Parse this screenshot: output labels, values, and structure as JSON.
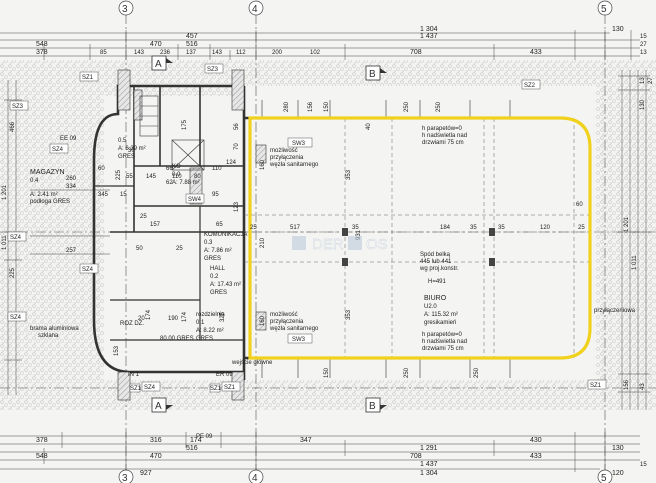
{
  "axes": {
    "top": [
      "3",
      "4",
      "5"
    ],
    "bottom": [
      "3",
      "4",
      "5"
    ],
    "sections": [
      "A",
      "A",
      "B",
      "B"
    ]
  },
  "dims": {
    "top_row1": [
      "1 304",
      "130"
    ],
    "top_row2": [
      "1 437",
      "15"
    ],
    "top_row3": [
      "548",
      "470",
      "457",
      "516",
      "708",
      "433",
      "27",
      "13"
    ],
    "top_row4": [
      "378",
      "85",
      "143",
      "236",
      "137",
      "143",
      "112",
      "200",
      "102"
    ],
    "bottom_row1": [
      "378",
      "316",
      "174",
      "347",
      "430"
    ],
    "bottom_row2": [
      "1 291",
      "130"
    ],
    "bottom_row3": [
      "548",
      "470",
      "516",
      "708",
      "433"
    ],
    "bottom_row4": [
      "1 437",
      "15"
    ],
    "bottom_row5": [
      "927",
      "120"
    ],
    "bottom_misc": [
      "1 304"
    ],
    "right_vert": [
      "1 201",
      "1 011",
      "130",
      "13",
      "156",
      "43",
      "27"
    ],
    "left_vert": [
      "466",
      "334",
      "257",
      "225",
      "1 011",
      "1 201"
    ],
    "interior_h": [
      "25",
      "517",
      "35",
      "184",
      "35",
      "120",
      "25"
    ],
    "interior_v": [
      "931",
      "353",
      "353",
      "150",
      "250",
      "250",
      "150"
    ],
    "misc": [
      "345",
      "15",
      "30",
      "260",
      "95",
      "157",
      "65",
      "70",
      "50",
      "25",
      "153",
      "55",
      "145",
      "110",
      "80",
      "325",
      "174",
      "123",
      "110",
      "175",
      "66",
      "62",
      "124",
      "60",
      "25",
      "160",
      "210",
      "160",
      "56",
      "174",
      "190",
      "20",
      "35",
      "60",
      "280",
      "250",
      "156",
      "250",
      "40",
      "225"
    ]
  },
  "tags": [
    "SZ1",
    "SZ2",
    "SZ3",
    "SZ4",
    "SZ3",
    "SZ4",
    "SZ4",
    "SZ4",
    "SZ4",
    "SZ1",
    "SZ1",
    "SZ1",
    "SZ1",
    "SW4"
  ],
  "rooms": {
    "magazyn": {
      "name": "MAGAZYN",
      "num": "0.4",
      "area": "A: 2.41 m²",
      "floor": "podłoga GRES"
    },
    "ko": {
      "name": "KO",
      "num": "0.0",
      "area": "A: 7.88 m²"
    },
    "small_top": {
      "num": "0.5",
      "area": "A: 6.39 m²",
      "floor": "GRES"
    },
    "komunikacja": {
      "name": "KOMUNIKACJA",
      "num": "0.3",
      "area": "A: 7.86 m²",
      "floor": "GRES"
    },
    "hall": {
      "name": "HALL",
      "num": "0.2",
      "area": "A: 17.43 m²",
      "floor": "GRES"
    },
    "rozdzielnia": {
      "name": "rozdzielnia",
      "num": "0.1",
      "area": "A: 8.22 m²",
      "floor": "GRES"
    },
    "biuro": {
      "name": "BIURO",
      "num": "U2.0",
      "area": "A: 115.32 m²",
      "floor": "gresikamień"
    }
  },
  "notes": {
    "sw3_top": {
      "tag": "SW3",
      "l1": "możliwość",
      "l2": "przyłączenia",
      "l3": "węzła sanitarnego"
    },
    "sw3_bottom": {
      "tag": "SW3",
      "l1": "możliwość",
      "l2": "przyłączenia",
      "l3": "węzła sanitarnego"
    },
    "parapet_top": {
      "l1": "h parapetów=0",
      "l2": "h nadświetla nad",
      "l3": "drzwiami 75 cm"
    },
    "parapet_bottom": {
      "l1": "h parapetów=0",
      "l2": "h nadświetla nad",
      "l3": "drzwiami 75 cm"
    },
    "beam": {
      "l1": "Spód belką",
      "l2": "445 lub 441",
      "l3": "wg proj.konstr.",
      "l4": "H=491"
    },
    "brama": {
      "l1": "brama aluminiowa",
      "l2": "szklana"
    },
    "rozdz_label": "ROZ DZ.",
    "tech": "80.00 GRES",
    "wejscie": "wejście główne",
    "przyl": "przyłączeniowa",
    "f_a": "IN 1",
    "f_b": "ER 09",
    "f_c": "PE 09",
    "f_d": "EE 09"
  },
  "watermark": [
    "DER",
    "OS"
  ],
  "colors": {
    "highlight": "#f0d21e",
    "line": "#3a3a3a",
    "hatch": "#9a9a9a",
    "bg": "#f4f4f2"
  }
}
